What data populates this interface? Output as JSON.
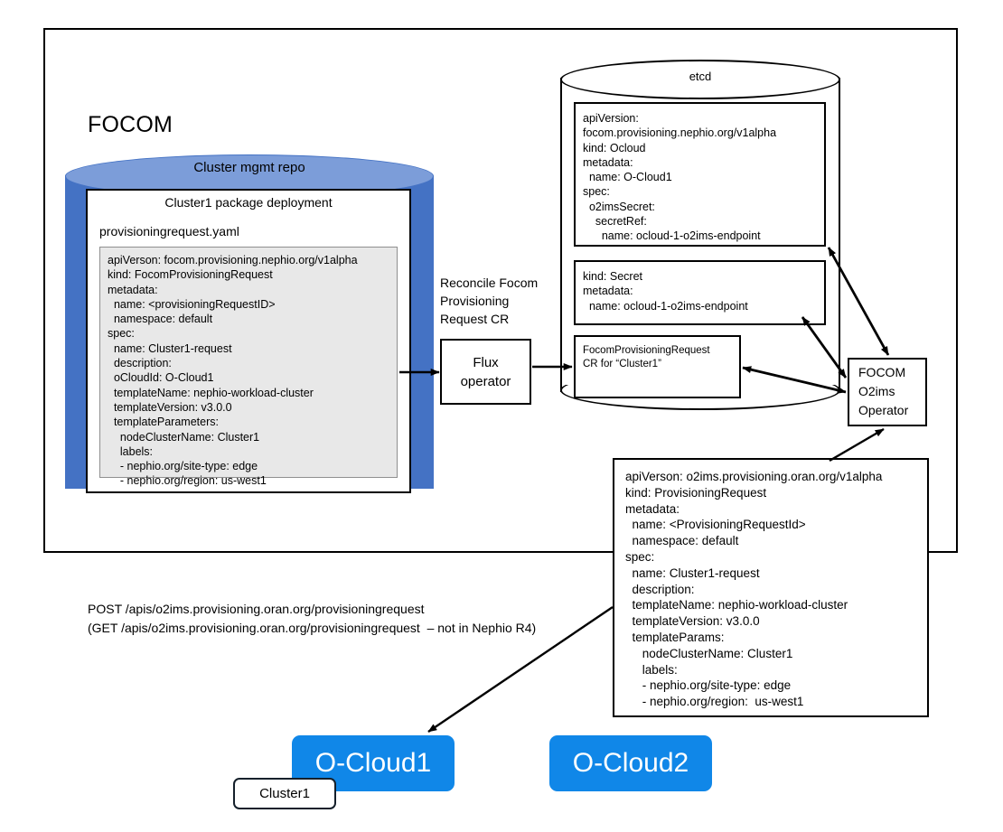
{
  "diagram": {
    "title": "FOCOM",
    "frame_label": "FOCOM"
  },
  "repo": {
    "cylinder_label": "Cluster mgmt repo",
    "package_title": "Cluster1 package deployment",
    "file_name": "provisioningrequest.yaml",
    "yaml": "apiVerson: focom.provisioning.nephio.org/v1alpha\nkind: FocomProvisioningRequest\nmetadata:\n  name: <provisioningRequestID>\n  namespace: default\nspec:\n  name: Cluster1-request\n  description:\n  oCloudId: O-Cloud1\n  templateName: nephio-workload-cluster\n  templateVersion: v3.0.0\n  templateParameters:\n    nodeClusterName: Cluster1\n    labels:\n    - nephio.org/site-type: edge\n    - nephio.org/region: us-west1"
  },
  "flux": {
    "label": "Flux\noperator",
    "caption": "Reconcile Focom\nProvisioning\nRequest CR"
  },
  "etcd": {
    "label": "etcd",
    "ocloud_cr": "apiVersion:\nfocom.provisioning.nephio.org/v1alpha\nkind: Ocloud\nmetadata:\n  name: O-Cloud1\nspec:\n  o2imsSecret:\n    secretRef:\n      name: ocloud-1-o2ims-endpoint",
    "secret_cr": "kind: Secret\nmetadata:\n  name: ocloud-1-o2ims-endpoint",
    "focom_pr_cr": "FocomProvisioningRequest\nCR for “Cluster1”"
  },
  "operator": {
    "label": "FOCOM\nO2ims\nOperator"
  },
  "provisioning_request": {
    "yaml": "apiVerson: o2ims.provisioning.oran.org/v1alpha\nkind: ProvisioningRequest\nmetadata:\n  name: <ProvisioningRequestId>\n  namespace: default\nspec:\n  name: Cluster1-request\n  description:\n  templateName: nephio-workload-cluster\n  templateVersion: v3.0.0\n  templateParams:\n     nodeClusterName: Cluster1\n     labels:\n     - nephio.org/site-type: edge\n     - nephio.org/region:  us-west1"
  },
  "api_caption": {
    "text": "POST /apis/o2ims.provisioning.oran.org/provisioningrequest\n(GET /apis/o2ims.provisioning.oran.org/provisioningrequest  – not in Nephio R4)"
  },
  "oclouds": {
    "cloud1": "O-Cloud1",
    "cloud2": "O-Cloud2",
    "cluster_tag": "Cluster1"
  },
  "colors": {
    "repo_body": "#4472C4",
    "repo_top": "#7C9DD9",
    "ocloud_blue": "#1087E8",
    "yaml_bg": "#E8E8E8",
    "stroke": "#000000"
  }
}
